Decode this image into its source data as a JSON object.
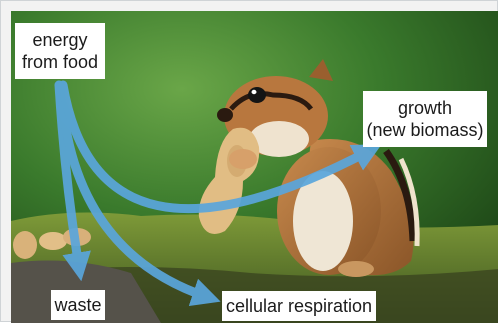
{
  "diagram": {
    "labels": {
      "energy_line1": "energy",
      "energy_line2": "from food",
      "growth_line1": "growth",
      "growth_line2": "(new biomass)",
      "waste": "waste",
      "respiration": "cellular respiration"
    },
    "colors": {
      "arrow": "#5aa6dc",
      "label_bg": "#ffffff",
      "text": "#1b1b1b",
      "background_green": "#3f7d2e",
      "moss": "#5e7d2a"
    },
    "icons": [
      "chipmunk-illustration",
      "peanut-illustration"
    ]
  }
}
